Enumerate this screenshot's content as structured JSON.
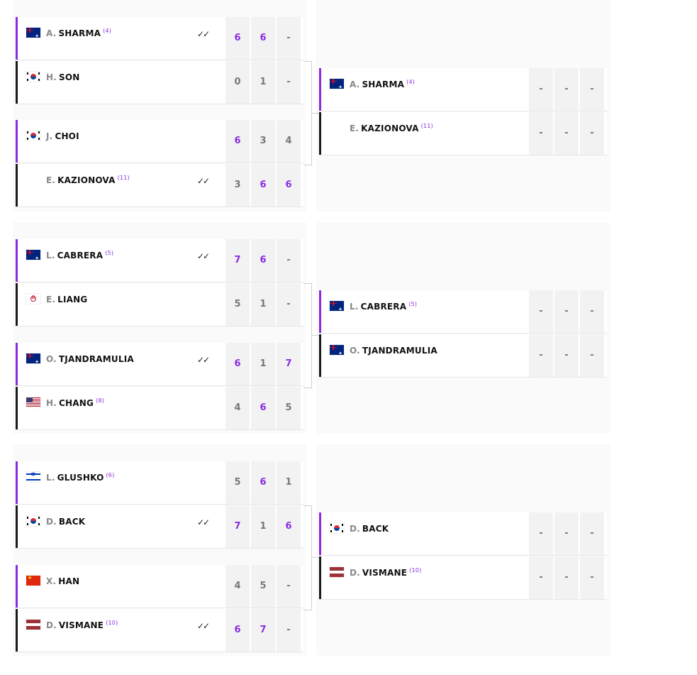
{
  "round1": [
    {
      "players": [
        {
          "flag": "australia-flag-icon",
          "initial": "A.",
          "surname": "SHARMA",
          "seed": "(4)",
          "winner": true,
          "scores": [
            "6",
            "6",
            "-"
          ],
          "score_win": [
            true,
            true,
            false
          ]
        },
        {
          "flag": "south-korea-flag-icon",
          "initial": "H.",
          "surname": "SON",
          "seed": "",
          "winner": false,
          "scores": [
            "0",
            "1",
            "-"
          ],
          "score_win": [
            false,
            false,
            false
          ]
        }
      ]
    },
    {
      "players": [
        {
          "flag": "south-korea-flag-icon",
          "initial": "J.",
          "surname": "CHOI",
          "seed": "",
          "winner": false,
          "scores": [
            "6",
            "3",
            "4"
          ],
          "score_win": [
            true,
            false,
            false
          ]
        },
        {
          "flag": "",
          "initial": "E.",
          "surname": "KAZIONOVA",
          "seed": "(11)",
          "winner": true,
          "scores": [
            "3",
            "6",
            "6"
          ],
          "score_win": [
            false,
            true,
            true
          ]
        }
      ]
    },
    {
      "players": [
        {
          "flag": "australia-flag-icon",
          "initial": "L.",
          "surname": "CABRERA",
          "seed": "(5)",
          "winner": true,
          "scores": [
            "7",
            "6",
            "-"
          ],
          "score_win": [
            true,
            true,
            false
          ]
        },
        {
          "flag": "taiwan-flag-icon",
          "initial": "E.",
          "surname": "LIANG",
          "seed": "",
          "winner": false,
          "scores": [
            "5",
            "1",
            "-"
          ],
          "score_win": [
            false,
            false,
            false
          ]
        }
      ]
    },
    {
      "players": [
        {
          "flag": "australia-flag-icon",
          "initial": "O.",
          "surname": "TJANDRAMULIA",
          "seed": "",
          "winner": true,
          "scores": [
            "6",
            "1",
            "7"
          ],
          "score_win": [
            true,
            false,
            true
          ]
        },
        {
          "flag": "usa-flag-icon",
          "initial": "H.",
          "surname": "CHANG",
          "seed": "(8)",
          "winner": false,
          "scores": [
            "4",
            "6",
            "5"
          ],
          "score_win": [
            false,
            true,
            false
          ]
        }
      ]
    },
    {
      "players": [
        {
          "flag": "israel-flag-icon",
          "initial": "L.",
          "surname": "GLUSHKO",
          "seed": "(6)",
          "winner": false,
          "scores": [
            "5",
            "6",
            "1"
          ],
          "score_win": [
            false,
            true,
            false
          ]
        },
        {
          "flag": "south-korea-flag-icon",
          "initial": "D.",
          "surname": "BACK",
          "seed": "",
          "winner": true,
          "scores": [
            "7",
            "1",
            "6"
          ],
          "score_win": [
            true,
            false,
            true
          ]
        }
      ]
    },
    {
      "players": [
        {
          "flag": "china-flag-icon",
          "initial": "X.",
          "surname": "HAN",
          "seed": "",
          "winner": false,
          "scores": [
            "4",
            "5",
            "-"
          ],
          "score_win": [
            false,
            false,
            false
          ]
        },
        {
          "flag": "latvia-flag-icon",
          "initial": "D.",
          "surname": "VISMANE",
          "seed": "(10)",
          "winner": true,
          "scores": [
            "6",
            "7",
            "-"
          ],
          "score_win": [
            true,
            true,
            false
          ]
        }
      ]
    }
  ],
  "round2": [
    {
      "players": [
        {
          "flag": "australia-flag-icon",
          "initial": "A.",
          "surname": "SHARMA",
          "seed": "(4)",
          "scores": [
            "-",
            "-",
            "-"
          ]
        },
        {
          "flag": "",
          "initial": "E.",
          "surname": "KAZIONOVA",
          "seed": "(11)",
          "scores": [
            "-",
            "-",
            "-"
          ]
        }
      ]
    },
    {
      "players": [
        {
          "flag": "australia-flag-icon",
          "initial": "L.",
          "surname": "CABRERA",
          "seed": "(5)",
          "scores": [
            "-",
            "-",
            "-"
          ]
        },
        {
          "flag": "australia-flag-icon",
          "initial": "O.",
          "surname": "TJANDRAMULIA",
          "seed": "",
          "scores": [
            "-",
            "-",
            "-"
          ]
        }
      ]
    },
    {
      "players": [
        {
          "flag": "south-korea-flag-icon",
          "initial": "D.",
          "surname": "BACK",
          "seed": "",
          "scores": [
            "-",
            "-",
            "-"
          ]
        },
        {
          "flag": "latvia-flag-icon",
          "initial": "D.",
          "surname": "VISMANE",
          "seed": "(10)",
          "scores": [
            "-",
            "-",
            "-"
          ]
        }
      ]
    }
  ],
  "check_mark": "✓✓"
}
